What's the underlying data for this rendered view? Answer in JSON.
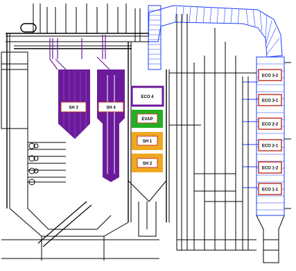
{
  "labels": {
    "sh3": "SH 3",
    "sh4": "SH 4",
    "eco4": "ECO 4",
    "evap": "EVAP",
    "sh1": "SH 1",
    "sh2": "SH 2",
    "eco32": "ECO 3-2",
    "eco31": "ECO 3-1",
    "eco22": "ECO 2-2",
    "eco21": "ECO 2-1",
    "eco12": "ECO 1-2",
    "eco11": "ECO 1-1"
  },
  "colors": {
    "piping": "#000000",
    "duct": "#1a3cff",
    "superheater_sh3_sh4": "#6a1a9a",
    "eco4_border": "#6a1a9a",
    "evap_fill": "#22b022",
    "sh1_sh2_fill": "#f0a820",
    "eco_bank_border": "#c0392b",
    "label_box_fill": "#ffffff"
  }
}
